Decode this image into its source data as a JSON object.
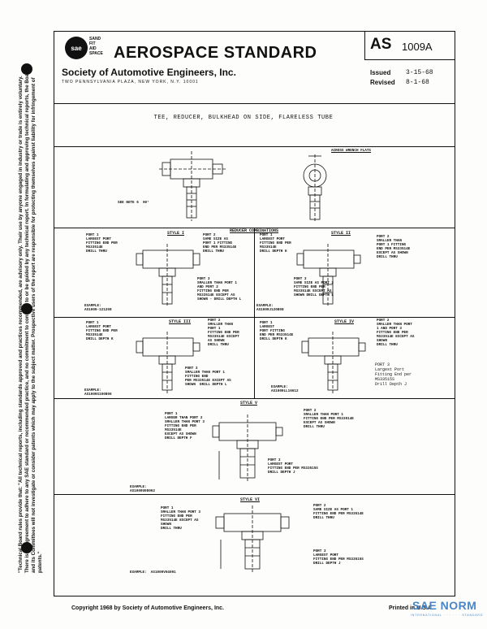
{
  "header": {
    "logo_letters": "sae",
    "logo_words": [
      "SAND",
      "FIT",
      "AID",
      "SPACE"
    ],
    "title": "AEROSPACE STANDARD",
    "society": "Society of Automotive Engineers, Inc.",
    "address": "TWO PENNSYLVANIA PLAZA, NEW YORK, N.Y. 10001",
    "as_code": "AS",
    "as_number": "1009A",
    "issued_label": "Issued",
    "issued_value": "3-15-68",
    "revised_label": "Revised",
    "revised_value": "8-1-68"
  },
  "document_title": "TEE, REDUCER, BULKHEAD ON SIDE, FLARELESS TUBE",
  "main_view": {
    "across_wrench_flats": "ACROSS WRENCH FLATS",
    "see_note": "SEE NOTE 6  90°"
  },
  "reducer_combinations": "REDUCER COMBINATIONS",
  "styles": {
    "style1": {
      "label": "STYLE I",
      "port1": "PORT 1\nLARGEST PORT\nFITTING END PER\nMS33514E\nDRILL THRU",
      "port2": "PORT 2\nSAME SIZE AS\nPORT 1 FITTING\nEND PER MS33514E\nDRILL THRU",
      "port3": "PORT 3\nSMALLER THAN PORT 1\nAND PORT 2\nFITTING END PER\nMS33514E EXCEPT AS\nSHOWN - DRILL DEPTH L",
      "example": "EXAMPLE:\nAS1009-121208"
    },
    "style2": {
      "label": "STYLE II",
      "port1": "PORT 1\nLARGEST PORT\nFITTING END PER\nMS33514E\nDRILL DEPTH K",
      "port2": "PORT 2\nSMALLER THAN\nPORT 1 FITTING\nEND PER MS33514E\nEXCEPT AS SHOWN\nDRILL THRU",
      "port3": "PORT 3\nSAME SIZE AS PORT 2\nFITTING END PER\nMS33514E EXCEPT AS\nSHOWN DRILL DEPTH L",
      "example": "EXAMPLE:\nAS1009J120808"
    },
    "style3": {
      "label": "STYLE III",
      "port1": "PORT 1\nLARGEST PORT\nFITTING END PER\nMS33514E\nDRILL DEPTH K",
      "port2": "PORT 2\nSMALLER THAN\nPORT 1\nFITTING END PER\nMS33514E EXCEPT\nAS SHOWN\nDRILL THRU",
      "port3": "PORT 3\nSMALLER THAN PORT 1\nFITTING END\nPER MS33514E EXCEPT AS\nSHOWN  DRILL DEPTH L",
      "example": "EXAMPLE:\nAS1009S100806"
    },
    "style4": {
      "label": "STYLE IV",
      "port1": "PORT 1\nLARGEST\nPORT FITTING\nEND PER MS33514E\nDRILL DEPTH K",
      "port2": "PORT 2\nSMALLER THAN PORT\n1 AND PORT 3\nFITTING END PER\nMS33514E EXCEPT AS\nSHOWN\nDRILL THRU",
      "port3": "PORT 3\nLargest Port\nFitting End per\nMS33515S\nDrill Depth J",
      "example": "EXAMPLE:\nAS1009LL16612"
    },
    "style5": {
      "label": "STYLE V",
      "port1": "PORT 1\nLARGER THAN PORT 2\nSMALLER THAN PORT 3\nFITTING END PER\nMS33514E\nEXCEPT AS SHOWN\nDRILL DEPTH F",
      "port2": "PORT 2\nSMALLER THAN PORT 1\nFITTING END PER MS33514E\nEXCEPT AS SHOWN\nDRILL THRU",
      "port3": "PORT 3\nLARGEST PORT\nFITTING END PER MS33515S\nDRILL DEPTH J",
      "example": "EXAMPLE:\nAS1009U08062"
    },
    "style6": {
      "label": "STYLE VI",
      "port1": "PORT 1\nSMALLER THAN PORT 3\nFITTING END PER\nMS33514E EXCEPT AS\nSHOWN\nDRILL THRU",
      "port2": "PORT 2\nSAME SIZE AS PORT 1\nFITTING END PER MS33514E\nDRILL THRU",
      "port3": "PORT 3\nLARGEST PORT\nFITTING END PER MS33515S\nDRILL DEPTH J",
      "example": "EXAMPLE:  AS1009V04091"
    }
  },
  "sidebar_text": "\"Technical Board rules provide that: \"All technical reports, including standards approved and practices recommended, are advisory only. Their use by anyone engaged in industry or trade is entirely voluntary. There is no agreement to adhere to any SAE standard or recommended practice, and no commitment to conform to or be guided by any technical report. In formulating and approving technical reports, the Board and its Committees will not investigate or consider patents which may apply to the subject matter. Prospective users of the report are responsible for protecting themselves against liability for infringement of patents.\"",
  "footer": {
    "copyright": "Copyright  1968  by Society of Automotive Engineers, Inc.",
    "printed": "Printed in U.S.A.",
    "watermark": "SAE NORM",
    "watermark_sub": "INTERNATIONAL · · · · · · STANDARD"
  }
}
